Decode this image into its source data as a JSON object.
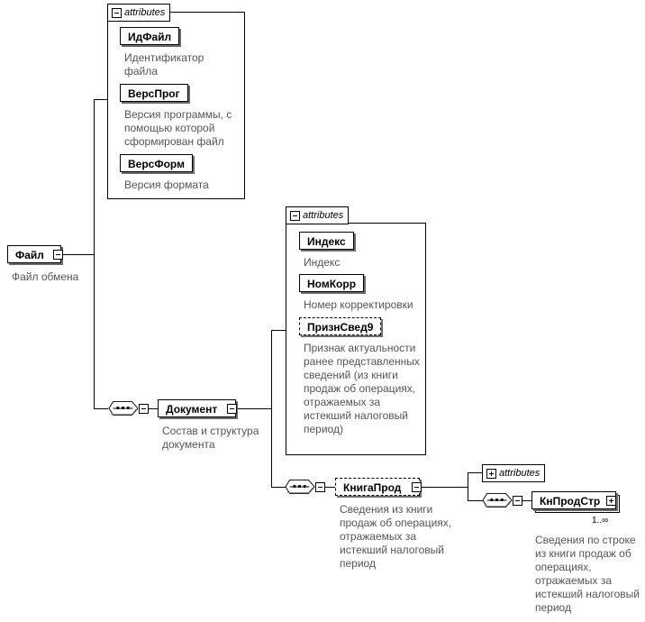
{
  "root": {
    "name": "Файл",
    "desc": "Файл обмена"
  },
  "root_attrs": {
    "tab": "attributes",
    "items": [
      {
        "name": "ИдФайл",
        "desc": "Идентификатор файла"
      },
      {
        "name": "ВерсПрог",
        "desc": "Версия программы, с помощью которой сформирован файл"
      },
      {
        "name": "ВерсФорм",
        "desc": "Версия формата"
      }
    ]
  },
  "document": {
    "name": "Документ",
    "desc": "Состав и структура документа"
  },
  "doc_attrs": {
    "tab": "attributes",
    "items": [
      {
        "name": "Индекс",
        "desc": "Индекс"
      },
      {
        "name": "НомКорр",
        "desc": "Номер корректировки"
      },
      {
        "name": "ПризнСвед9",
        "desc": "Признак актуальности ранее представленных сведений (из книги продаж об операциях, отражаемых за истекший налоговый период)"
      }
    ]
  },
  "book": {
    "name": "КнигаПрод",
    "desc": "Сведения из книги продаж об операциях, отражаемых за истекший налоговый период"
  },
  "book_attrs": {
    "tab": "attributes"
  },
  "row": {
    "name": "КнПродСтр",
    "multiplicity": "1..∞",
    "desc": "Сведения по строке из книги продаж об операциях, отражаемых за истекший налоговый период"
  }
}
